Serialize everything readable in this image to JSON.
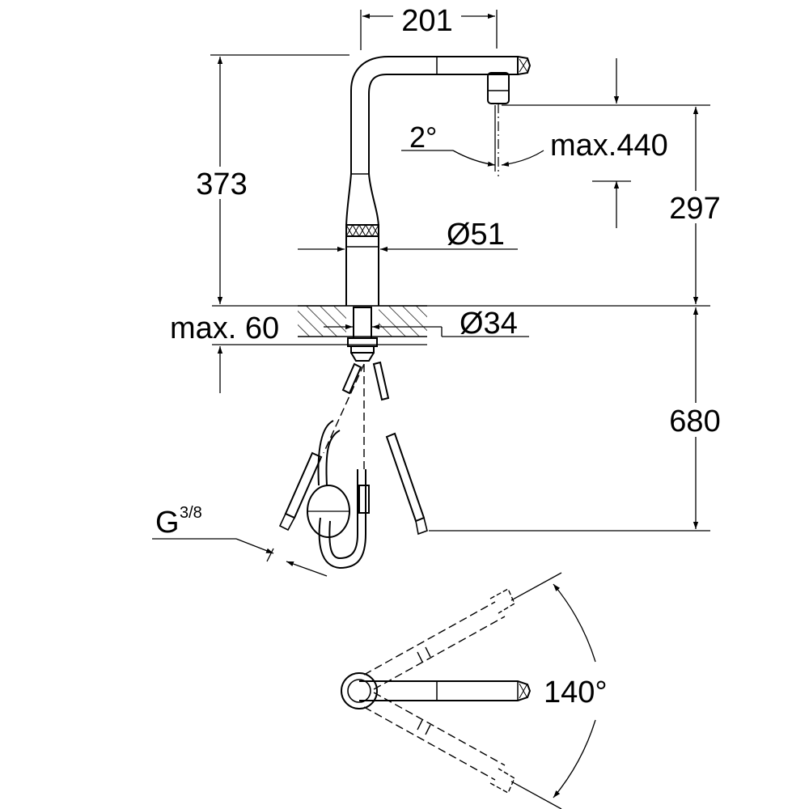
{
  "colors": {
    "line": "#000000",
    "background": "#ffffff"
  },
  "dimensions": {
    "top_width": "201",
    "spout_height": "373",
    "spout_angle": "2°",
    "reach_max": "max.440",
    "outlet_height": "297",
    "body_diameter": "Ø51",
    "counter_thickness": "max. 60",
    "hole_diameter": "Ø34",
    "hose_length": "680",
    "connection_thread_base": "G",
    "connection_thread_fraction": "3/8",
    "swivel_angle": "140°"
  }
}
